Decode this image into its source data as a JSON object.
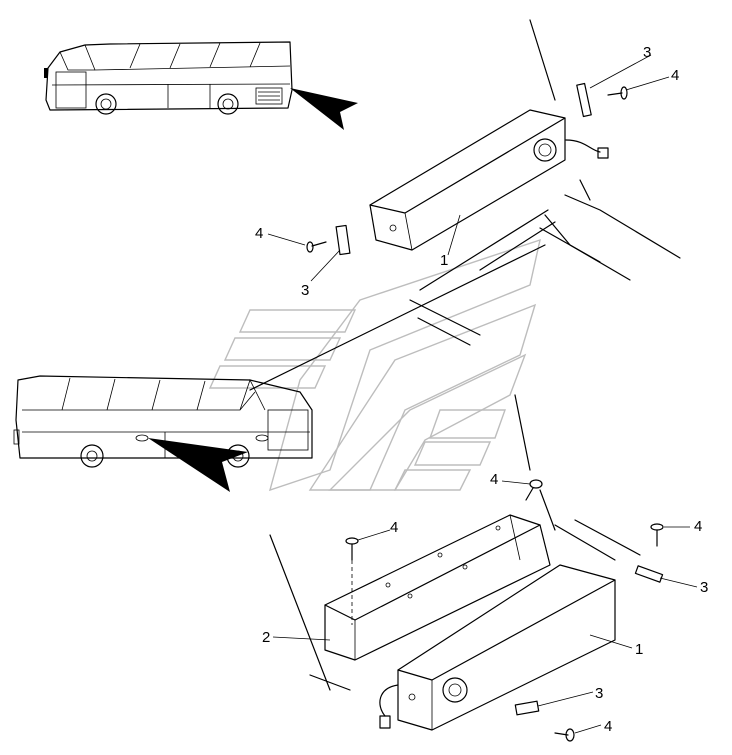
{
  "labels": {
    "top_screw_label": "4",
    "top_clip_label": "3",
    "left_screw_label": "4",
    "left_clip_label": "3",
    "top_box_label": "1",
    "mid_screw_label": "4",
    "bracket_screw_label": "4",
    "right_screw_label": "4",
    "right_clip_label": "3",
    "bracket_label": "2",
    "bottom_box_label": "1",
    "bottom_clip_label": "3",
    "bottom_screw_label": "4"
  }
}
